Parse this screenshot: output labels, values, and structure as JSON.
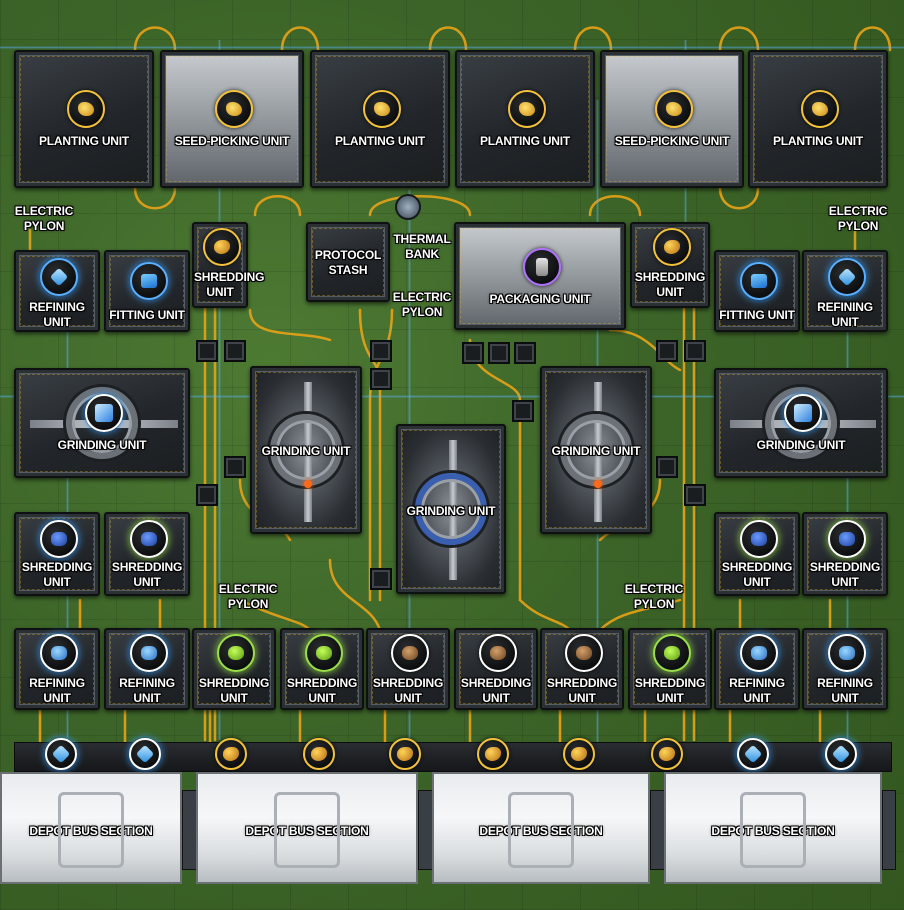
{
  "top_row": [
    {
      "label": "PLANTING UNIT",
      "icon": "seed-icon"
    },
    {
      "label": "SEED-PICKING UNIT",
      "icon": "seed-icon"
    },
    {
      "label": "PLANTING UNIT",
      "icon": "seed-icon"
    },
    {
      "label": "PLANTING UNIT",
      "icon": "seed-icon"
    },
    {
      "label": "SEED-PICKING UNIT",
      "icon": "seed-icon"
    },
    {
      "label": "PLANTING UNIT",
      "icon": "seed-icon"
    }
  ],
  "pylons": {
    "left": "ELECTRIC PYLON",
    "right": "ELECTRIC PYLON",
    "center": "ELECTRIC PYLON",
    "lower_left": "ELECTRIC PYLON",
    "lower_right": "ELECTRIC PYLON"
  },
  "mid_row": {
    "refining_left": "REFINING UNIT",
    "fitting_left": "FITTING UNIT",
    "shredding_left": "SHREDDING UNIT",
    "protocol_stash": "PROTOCOL STASH",
    "thermal_bank": "THERMAL BANK",
    "packaging": "PACKAGING UNIT",
    "shredding_right": "SHREDDING UNIT",
    "fitting_right": "FITTING UNIT",
    "refining_right": "REFINING UNIT"
  },
  "grinding": {
    "left_small": "GRINDING UNIT",
    "left_big": "GRINDING UNIT",
    "center": "GRINDING UNIT",
    "right_big": "GRINDING UNIT",
    "right_small": "GRINDING UNIT"
  },
  "shredding_row": [
    "SHREDDING UNIT",
    "SHREDDING UNIT",
    "SHREDDING UNIT",
    "SHREDDING UNIT"
  ],
  "bottom_row": [
    "REFINING UNIT",
    "REFINING UNIT",
    "SHREDDING UNIT",
    "SHREDDING UNIT",
    "SHREDDING UNIT",
    "SHREDDING UNIT",
    "SHREDDING UNIT",
    "SHREDDING UNIT",
    "REFINING UNIT",
    "REFINING UNIT"
  ],
  "depot": [
    "DEPOT BUS SECTION",
    "DEPOT BUS SECTION",
    "DEPOT BUS SECTION",
    "DEPOT BUS SECTION"
  ],
  "colors": {
    "belt": "#e8a317",
    "power_beam": "#5ab0ff",
    "grass": "#3c6428"
  }
}
